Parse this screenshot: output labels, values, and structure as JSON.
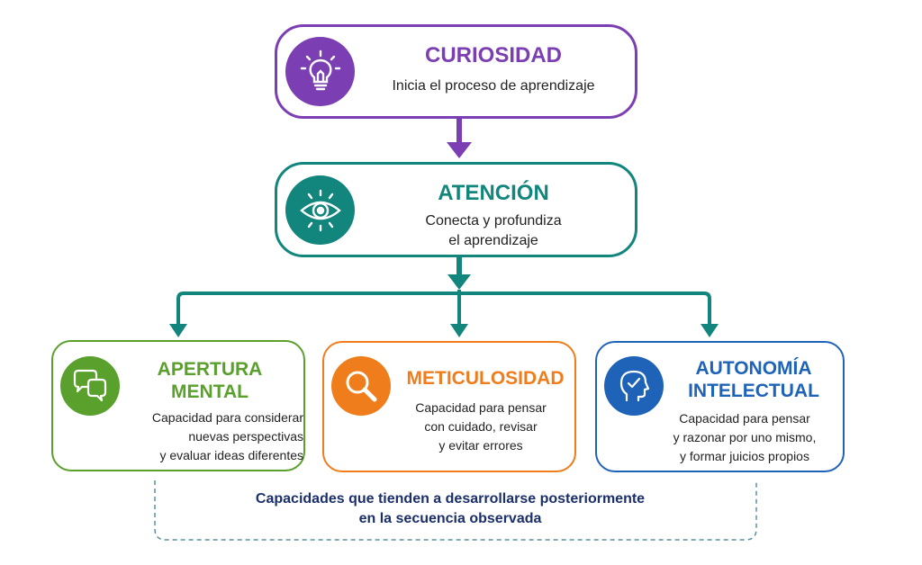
{
  "nodes": {
    "curiosidad": {
      "title": "CURIOSIDAD",
      "desc": "Inicia el proceso de aprendizaje",
      "icon": "lightbulb-icon",
      "color": "#7b3fb3"
    },
    "atencion": {
      "title": "ATENCIÓN",
      "desc": "Conecta y profundiza\nel aprendizaje",
      "icon": "eye-icon",
      "color": "#12857d"
    },
    "apertura": {
      "title": "APERTURA\nMENTAL",
      "desc": "Capacidad para considerar\nnuevas perspectivas\ny evaluar ideas diferentes",
      "icon": "speech-bubbles-icon",
      "color": "#5aa02c"
    },
    "meticulosidad": {
      "title": "METICULOSIDAD",
      "desc": "Capacidad para pensar\ncon cuidado, revisar\ny evitar errores",
      "icon": "magnifier-icon",
      "color": "#f07d1b"
    },
    "autonomia": {
      "title": "AUTONOMÍA\nINTELECTUAL",
      "desc": "Capacidad para pensar\ny razonar por uno mismo,\ny formar juicios propios",
      "icon": "head-check-icon",
      "color": "#1e63b8"
    }
  },
  "note": "Capacidades que tienden a desarrollarse posteriormente\nen la secuencia observada"
}
